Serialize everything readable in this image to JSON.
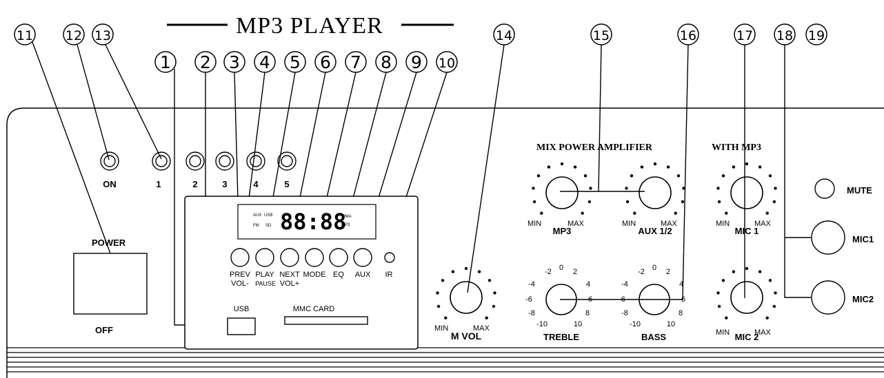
{
  "title": "MP3 PLAYER",
  "callouts": [
    "1",
    "2",
    "3",
    "4",
    "5",
    "6",
    "7",
    "8",
    "9",
    "10",
    "11",
    "12",
    "13",
    "14",
    "15",
    "16",
    "17",
    "18",
    "19"
  ],
  "panel_title_left": "MIX POWER AMPLIFIER",
  "panel_title_right": "WITH MP3",
  "power": {
    "label": "POWER",
    "off_label": "OFF"
  },
  "on_label": "ON",
  "channel_labels": [
    "1",
    "2",
    "3",
    "4",
    "5"
  ],
  "display": {
    "digits": "88:88",
    "aux": "AUX",
    "usb": "USB",
    "fm": "FM",
    "sd": "SD",
    "wma": "WMA",
    "mp3": "MP3"
  },
  "buttons": {
    "prev": "PREV",
    "vol_minus": "VOL-",
    "play": "PLAY",
    "pause": "PAUSE",
    "next": "NEXT",
    "vol_plus": "VOL+",
    "mode": "MODE",
    "eq": "EQ",
    "aux": "AUX",
    "ir": "IR"
  },
  "ports": {
    "usb": "USB",
    "mmc": "MMC CARD"
  },
  "knobs": {
    "min": "MIN",
    "max": "MAX",
    "m_vol": "M VOL",
    "mp3": "MP3",
    "aux12": "AUX 1/2",
    "mic1": "MIC 1",
    "mic2": "MIC 2",
    "treble": "TREBLE",
    "bass": "BASS"
  },
  "tone_ticks": [
    "-2",
    "0",
    "2",
    "-4",
    "4",
    "-6",
    "6",
    "-8",
    "8",
    "-10",
    "10"
  ],
  "jacks": {
    "mute": "MUTE",
    "mic1": "MIC1",
    "mic2": "MIC2"
  }
}
